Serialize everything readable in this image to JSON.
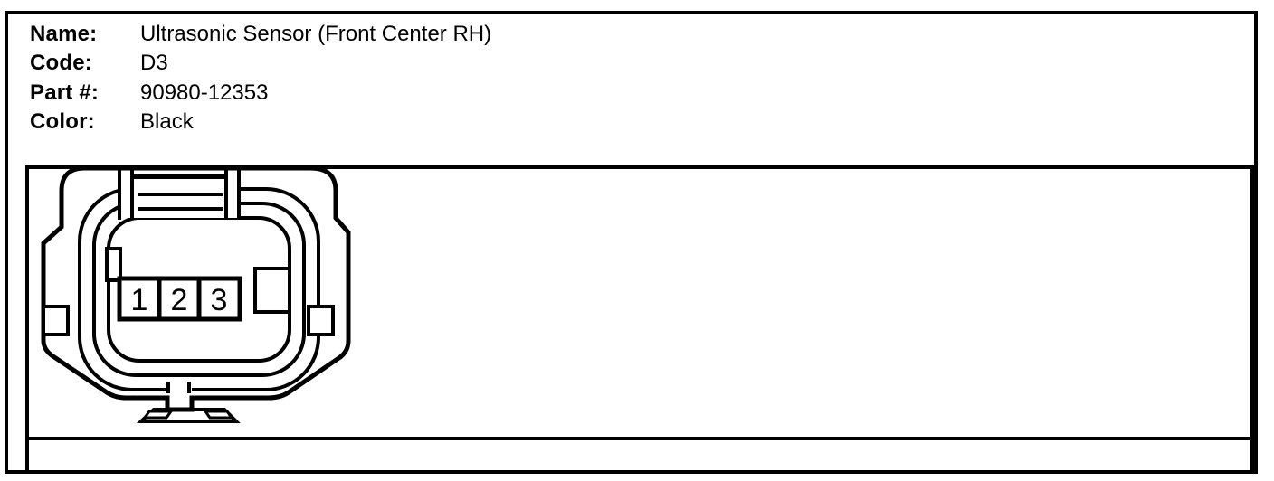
{
  "page": {
    "background": "#ffffff",
    "line_color": "#000000"
  },
  "header": {
    "fields": [
      {
        "label": "Name:",
        "value": "Ultrasonic Sensor (Front Center RH)"
      },
      {
        "label": "Code:",
        "value": "D3"
      },
      {
        "label": "Part #:",
        "value": "90980-12353"
      },
      {
        "label": "Color:",
        "value": "Black"
      }
    ]
  },
  "connector_diagram": {
    "pins": [
      "1",
      "2",
      "3"
    ]
  }
}
